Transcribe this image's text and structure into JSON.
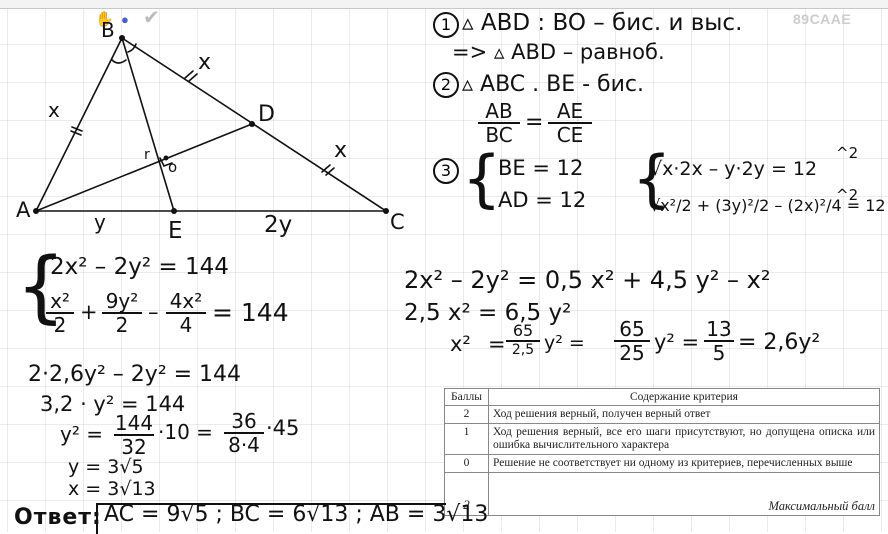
{
  "watermark": "89CAAE",
  "toolbar": {
    "hand_icon": "hand-icon",
    "dot_icon": "dot-icon",
    "check_icon": "check-icon"
  },
  "figure": {
    "labels": {
      "B": "B",
      "A": "A",
      "C": "C",
      "D": "D",
      "E": "E",
      "O": "o",
      "r": "r"
    },
    "side_ab": "x",
    "side_bd": "x",
    "side_dc": "x",
    "side_ae": "y",
    "side_ec": "2y"
  },
  "steps": {
    "s1_num": "1",
    "s1_line1": "▵ ABD :   BO – бис.  и выс.",
    "s1_line2": "=> ▵ ABD – равноб.",
    "s2_num": "2",
    "s2_line1": "▵ ABC .     BE - бис.",
    "s2_frac1_num": "AB",
    "s2_frac1_den": "BC",
    "s2_eq": "=",
    "s2_frac2_num": "AE",
    "s2_frac2_den": "CE",
    "s3_num": "3",
    "s3_line1": "BE = 12",
    "s3_line2": "AD = 12",
    "r1": "√x·2x – y·2y  = 12",
    "r1_pow": "^2",
    "r2": "√x²/2 + (3y)²/2 – (2x)²/4  = 12",
    "r2_pow": "^2"
  },
  "system": {
    "eq1": "2x² – 2y² = 144",
    "eq2_frac1_num": "x²",
    "eq2_frac1_den": "2",
    "eq2_plus": "+",
    "eq2_frac2_num": "9y²",
    "eq2_frac2_den": "2",
    "eq2_minus": "–",
    "eq2_frac3_num": "4x²",
    "eq2_frac3_den": "4",
    "eq2_rhs": "= 144"
  },
  "work_right": {
    "l1": "2x² – 2y² = 0,5 x² + 4,5 y² – x²",
    "l2": "2,5 x²  =  6,5 y²",
    "l3a": "x²",
    "l3b": "=",
    "l3_frac1_num": "65",
    "l3_frac1_den": "2,5",
    "l3c": "y² =",
    "l3_frac2_num": "65",
    "l3_frac2_den": "25",
    "l3d": "y² =",
    "l3_frac3_num": "13",
    "l3_frac3_den": "5",
    "l3e": "= 2,6y²"
  },
  "work_left": {
    "l1": "2·2,6y² – 2y² = 144",
    "l2": "3,2 · y² = 144",
    "l3a": "y² =",
    "l3_frac1_num": "144",
    "l3_frac1_den": "32",
    "l3b": "·10 =",
    "l3_frac2_num": "36",
    "l3_frac2_den": "8·4",
    "l3c": "·45",
    "l4": "y = 3√5",
    "l5": "x = 3√13"
  },
  "criteria_table": {
    "header": {
      "points": "Баллы",
      "content": "Содержание критерия"
    },
    "rows": [
      {
        "points": "2",
        "text": "Ход решения верный, получен верный ответ"
      },
      {
        "points": "1",
        "text": "Ход решения верный, все его шаги присутствуют, но допущена описка или ошибка вычислительного характера"
      },
      {
        "points": "0",
        "text": "Решение не соответствует ни одному из критериев, перечисленных выше"
      }
    ],
    "max": {
      "points": "2",
      "label": "Максимальный балл"
    }
  },
  "answer": {
    "label": "Ответ:",
    "text": "AC = 9√5 ;  BC = 6√13 ;  AB = 3√13"
  }
}
